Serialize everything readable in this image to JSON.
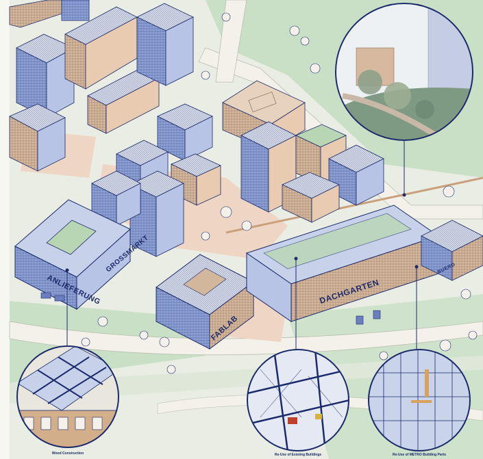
{
  "labels": {
    "grossmarkt": "GROSSMARKT",
    "anlieferung": "ANLIEFERUNG",
    "fablab": "FABLAB",
    "dachgarten": "DACHGARTEN",
    "right_building": "BUERO"
  },
  "captions": {
    "left": "Wood Construction",
    "middle": "Re-Use of Existing Buildings",
    "right": "Re-Use of METRO Building Parts"
  },
  "colors": {
    "background": "#e9ede3",
    "green_space": "#c9dfc6",
    "plaza": "#efd6c4",
    "street": "#f4f1ea",
    "building_blue": "#8fa3d6",
    "building_tan": "#d9b99a",
    "outline": "#1b2a6b"
  }
}
